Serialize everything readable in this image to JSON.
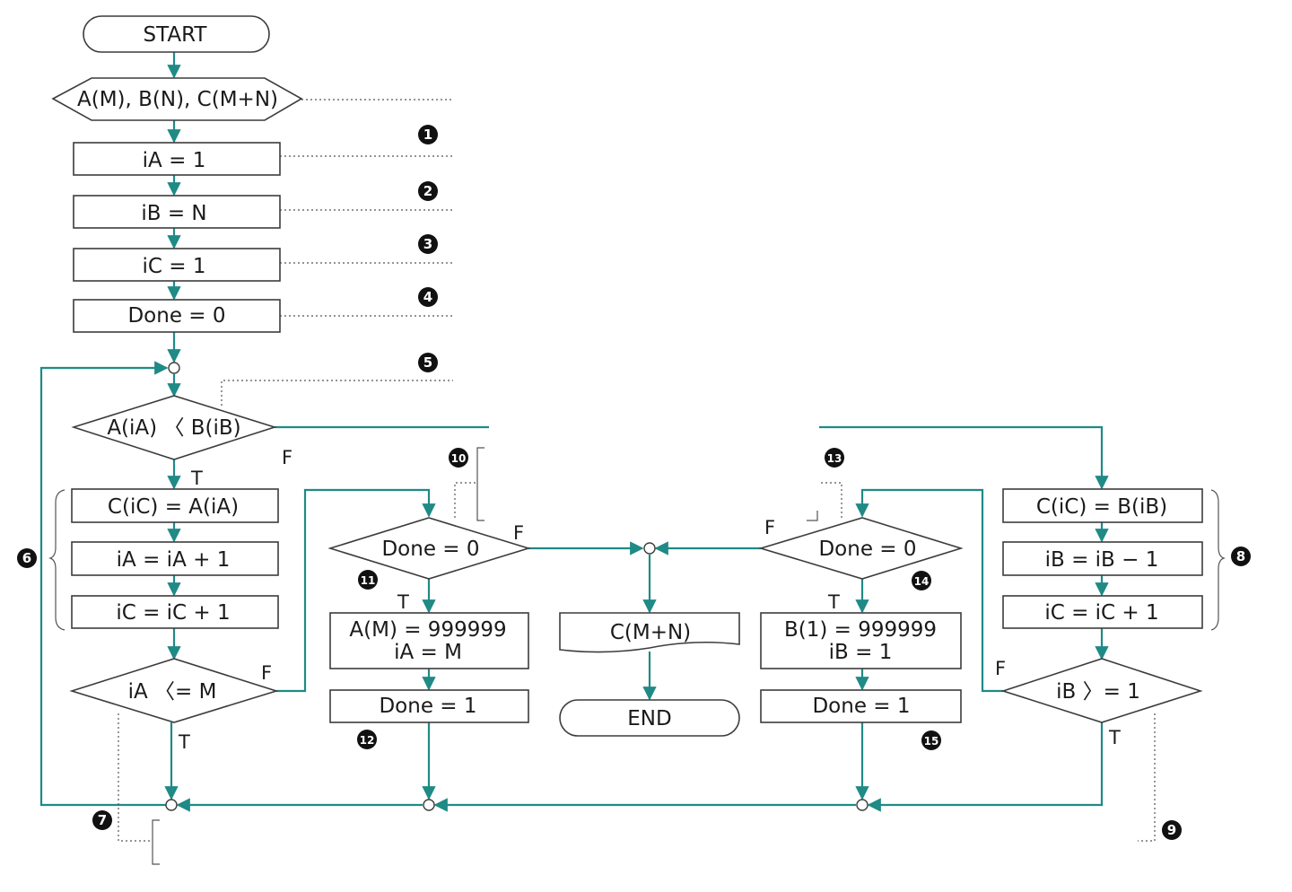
{
  "nodes": {
    "start": "START",
    "decl": "A(M), B(N), C(M+N)",
    "init_ia": "iA = 1",
    "init_ib": "iB = N",
    "init_ic": "iC = 1",
    "init_done": "Done  =  0",
    "cmp": "A(iA) 〈 B(iB)",
    "copy_a": "C(iC) = A(iA)",
    "inc_ia": "iA = iA + 1",
    "inc_ic_a": "iC = iC + 1",
    "cond_ia": "iA 〈= M",
    "done_check_a": "Done  =  0",
    "set_a_line1": "A(M)  =  999999",
    "set_a_line2": "iA  =  M",
    "done_set_a": "Done  =  1",
    "output": "C(M+N)",
    "end": "END",
    "done_check_b": "Done  =  0",
    "set_b_line1": "B(1)  =  999999",
    "set_b_line2": "iB  =  1",
    "done_set_b": "Done  =  1",
    "copy_b": "C(iC) = B(iB)",
    "dec_ib": "iB = iB − 1",
    "inc_ic_b": "iC = iC + 1",
    "cond_ib": "iB  〉= 1"
  },
  "branch_labels": {
    "cmp_true": "T",
    "cmp_false": "F",
    "cond_ia_false": "F",
    "cond_ia_true": "T",
    "done_a_false": "F",
    "done_a_true": "T",
    "done_b_false": "F",
    "done_b_true": "T",
    "cond_ib_false": "F",
    "cond_ib_true": "T"
  },
  "markers": [
    "1",
    "2",
    "3",
    "4",
    "5",
    "6",
    "7",
    "8",
    "9",
    "10",
    "11",
    "12",
    "13",
    "14",
    "15"
  ],
  "colors": {
    "flow_line": "#1f8a86",
    "shape_stroke": "#3c3c3c",
    "marker_fill": "#111111"
  }
}
